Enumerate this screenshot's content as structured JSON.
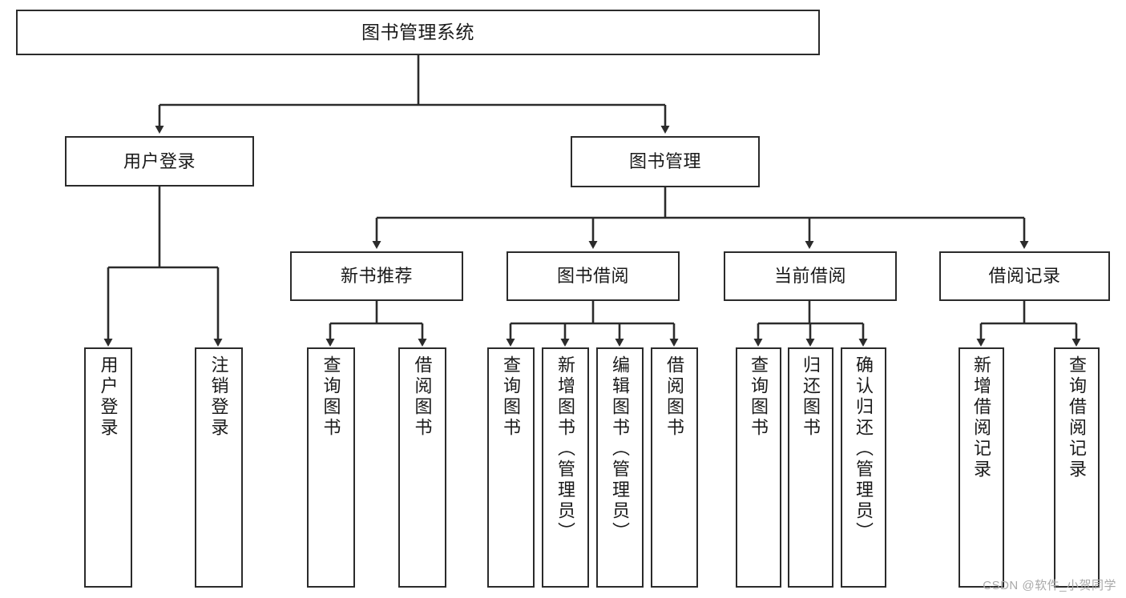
{
  "diagram": {
    "title": "图书管理系统",
    "type": "tree",
    "colors": {
      "box_border": "#2b2b2b",
      "box_fill": "#ffffff",
      "line": "#2b2b2b",
      "text": "#1a1a1a",
      "watermark": "#a9a9a9"
    },
    "levels": {
      "root": {
        "label": "图书管理系统"
      },
      "level2": [
        {
          "label": "用户登录"
        },
        {
          "label": "图书管理"
        }
      ],
      "level3": [
        {
          "label": "新书推荐"
        },
        {
          "label": "图书借阅"
        },
        {
          "label": "当前借阅"
        },
        {
          "label": "借阅记录"
        }
      ],
      "leaves": [
        {
          "label": "用户登录",
          "parent": "用户登录"
        },
        {
          "label": "注销登录",
          "parent": "用户登录"
        },
        {
          "label": "查询图书",
          "parent": "新书推荐"
        },
        {
          "label": "借阅图书",
          "parent": "新书推荐"
        },
        {
          "label": "查询图书",
          "parent": "图书借阅"
        },
        {
          "label": "新增图书（管理员）",
          "parent": "图书借阅"
        },
        {
          "label": "编辑图书（管理员）",
          "parent": "图书借阅"
        },
        {
          "label": "借阅图书",
          "parent": "图书借阅"
        },
        {
          "label": "查询图书",
          "parent": "当前借阅"
        },
        {
          "label": "归还图书",
          "parent": "当前借阅"
        },
        {
          "label": "确认归还（管理员）",
          "parent": "当前借阅"
        },
        {
          "label": "新增借阅记录",
          "parent": "借阅记录"
        },
        {
          "label": "查询借阅记录",
          "parent": "借阅记录"
        }
      ]
    },
    "watermark": "CSDN @软件_小贺同学"
  }
}
